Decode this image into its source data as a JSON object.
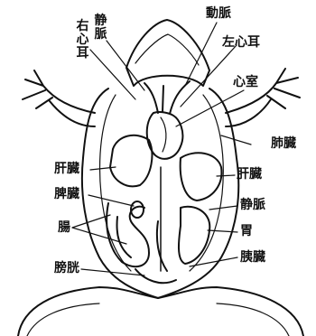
{
  "labels": {
    "right_atrium": "右心耳",
    "vein_top": "静脈",
    "artery": "動脈",
    "left_atrium": "左心耳",
    "ventricle": "心室",
    "lung": "肺臓",
    "liver_left": "肝臓",
    "liver_right": "肝臓",
    "spleen": "脾臓",
    "vein_right": "静脈",
    "intestine": "腸",
    "stomach": "胃",
    "bladder": "膀胱",
    "pancreas": "胰臓"
  },
  "colors": {
    "ink": "#111111",
    "paper": "#ffffff"
  }
}
